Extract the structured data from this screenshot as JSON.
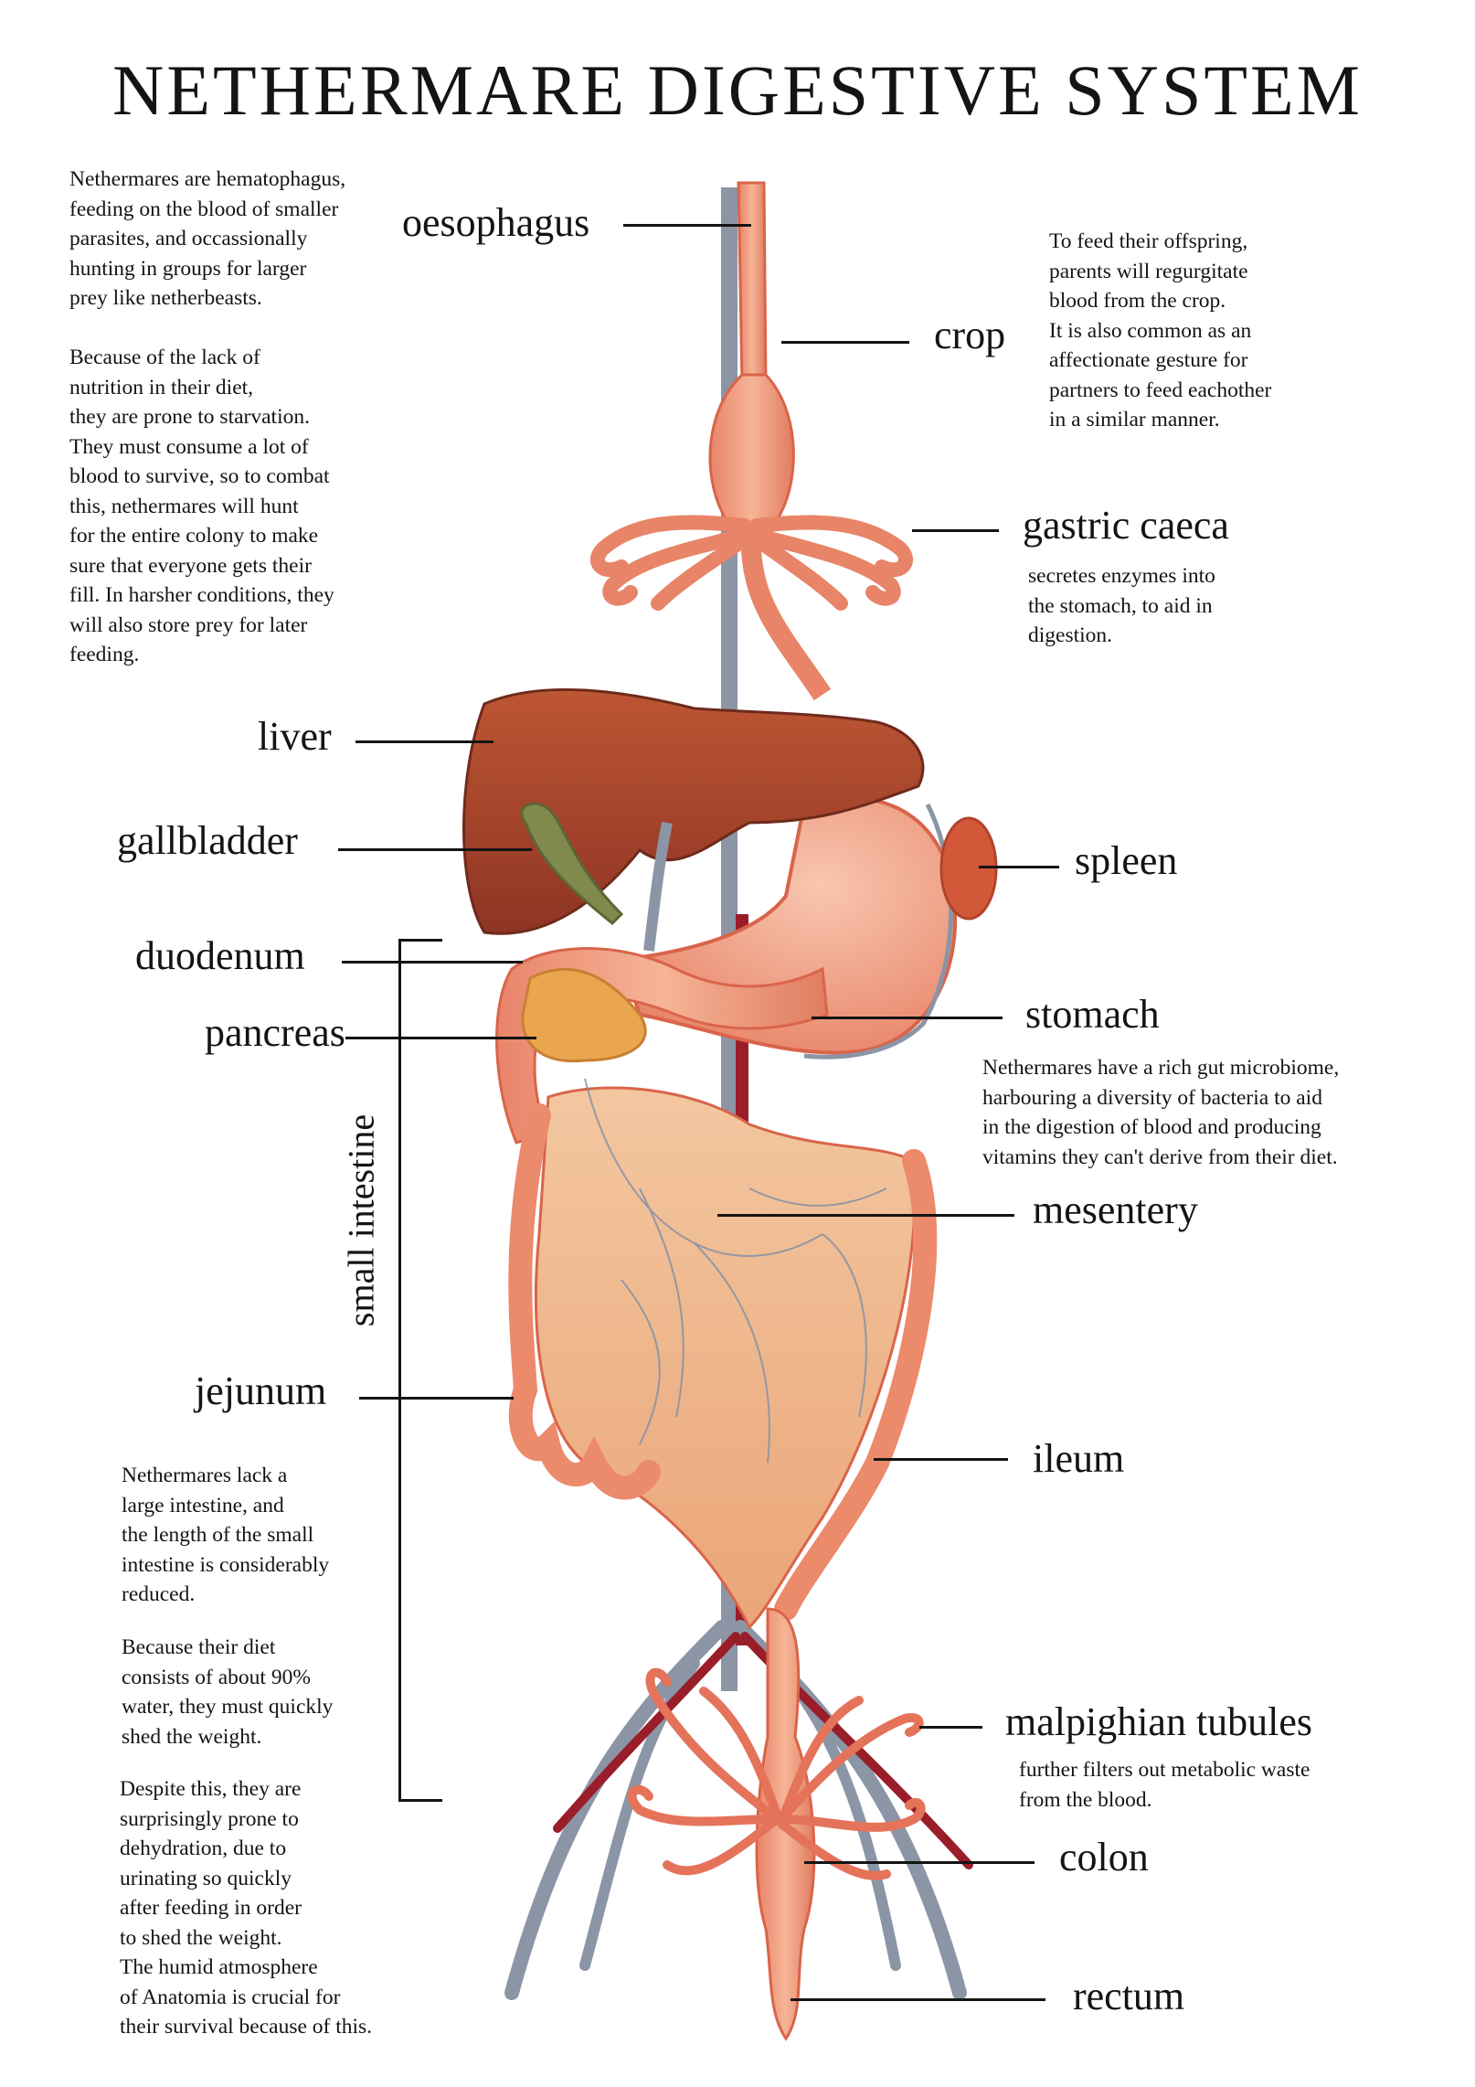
{
  "title": "NETHERMARE DIGESTIVE SYSTEM",
  "labels": {
    "oesophagus": "oesophagus",
    "crop": "crop",
    "gastric_caeca": "gastric caeca",
    "liver": "liver",
    "gallbladder": "gallbladder",
    "spleen": "spleen",
    "duodenum": "duodenum",
    "pancreas": "pancreas",
    "stomach": "stomach",
    "small_intestine": "small intestine",
    "mesentery": "mesentery",
    "jejunum": "jejunum",
    "ileum": "ileum",
    "malpighian_tubules": "malpighian tubules",
    "colon": "colon",
    "rectum": "rectum"
  },
  "notes": {
    "intro": "Nethermares are hematophagus,\nfeeding on the blood of smaller\nparasites, and occassionally\nhunting in groups for larger\nprey like netherbeasts.\n\nBecause of the lack of\nnutrition in their diet,\nthey are prone to starvation.\nThey must consume a lot of\nblood to survive, so to combat\nthis, nethermares will hunt\nfor the entire colony to make\nsure that everyone gets their\nfill. In harsher conditions, they\nwill also store prey for later\nfeeding.",
    "crop": "To feed their offspring,\nparents will regurgitate\nblood from the crop.\nIt is also common as an\naffectionate gesture for\npartners to feed eachother\nin a similar manner.",
    "gastric_caeca": "secretes enzymes into\nthe stomach, to aid in\ndigestion.",
    "stomach": "Nethermares have a rich gut microbiome,\nharbouring a diversity of bacteria to aid\nin the digestion of blood and producing\nvitamins they can't derive from their diet.",
    "intestine_1": "Nethermares lack a\nlarge intestine, and\nthe length of the small\nintestine is considerably\nreduced.",
    "intestine_2": "Because their diet\nconsists of about 90%\nwater, they must quickly\nshed the weight.",
    "intestine_3": "Despite this, they are\nsurprisingly prone to\ndehydration, due to\nurinating so quickly\nafter feeding in order\nto shed the weight.\nThe humid atmosphere\nof Anatomia is crucial for\ntheir survival because of this.",
    "malpighian_tubules": "further filters out metabolic waste\nfrom the blood."
  },
  "colors": {
    "tissue": "#ec9274",
    "outline": "#d9644a",
    "liver": "#ad4a2c",
    "gallbladder": "#7f8a4c",
    "pancreas": "#e9a64e",
    "vein": "#8b95a6",
    "artery": "#9a1d2a"
  }
}
